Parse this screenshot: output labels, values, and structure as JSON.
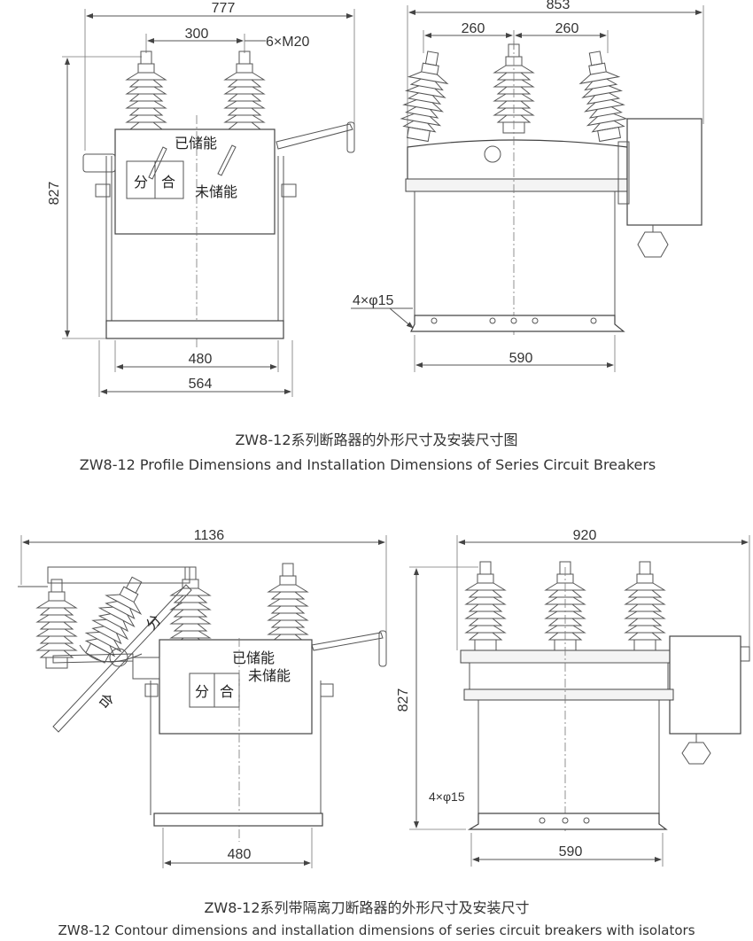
{
  "diagram_1": {
    "front": {
      "overall_width": "777",
      "pole_spacing": "300",
      "bolts": "6×M20",
      "height": "827",
      "base_inner": "480",
      "base_outer": "564",
      "label_charged": "已储能",
      "label_uncharged": "未储能",
      "label_open": "分",
      "label_close": "合"
    },
    "side": {
      "overall_width": "853",
      "spacing_left": "260",
      "spacing_right": "260",
      "holes": "4×φ15",
      "base_width": "590"
    },
    "caption_cn": "ZW8-12系列断路器的外形尺寸及安装尺寸图",
    "caption_en": "ZW8-12 Profile Dimensions and Installation Dimensions of Series Circuit Breakers"
  },
  "diagram_2": {
    "front": {
      "overall_width": "1136",
      "base_inner": "480",
      "label_charged": "已储能",
      "label_uncharged": "未储能",
      "label_open": "分",
      "label_close": "合",
      "isolator_open": "分",
      "isolator_close": "合"
    },
    "side": {
      "overall_width": "920",
      "height": "827",
      "holes": "4×φ15",
      "base_width": "590"
    },
    "caption_cn": "ZW8-12系列带隔离刀断路器的外形尺寸及安装尺寸",
    "caption_en": "ZW8-12 Contour dimensions and installation dimensions of series circuit breakers with isolators"
  }
}
